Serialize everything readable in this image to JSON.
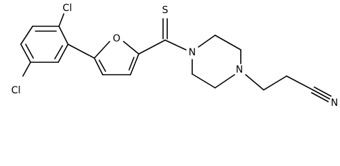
{
  "atoms": {
    "cl_top": "Cl",
    "cl_bottom": "Cl",
    "furan_o": "O",
    "thione_s": "S",
    "pip_n1": "N",
    "pip_n4": "N",
    "nitrile_n": "N"
  }
}
